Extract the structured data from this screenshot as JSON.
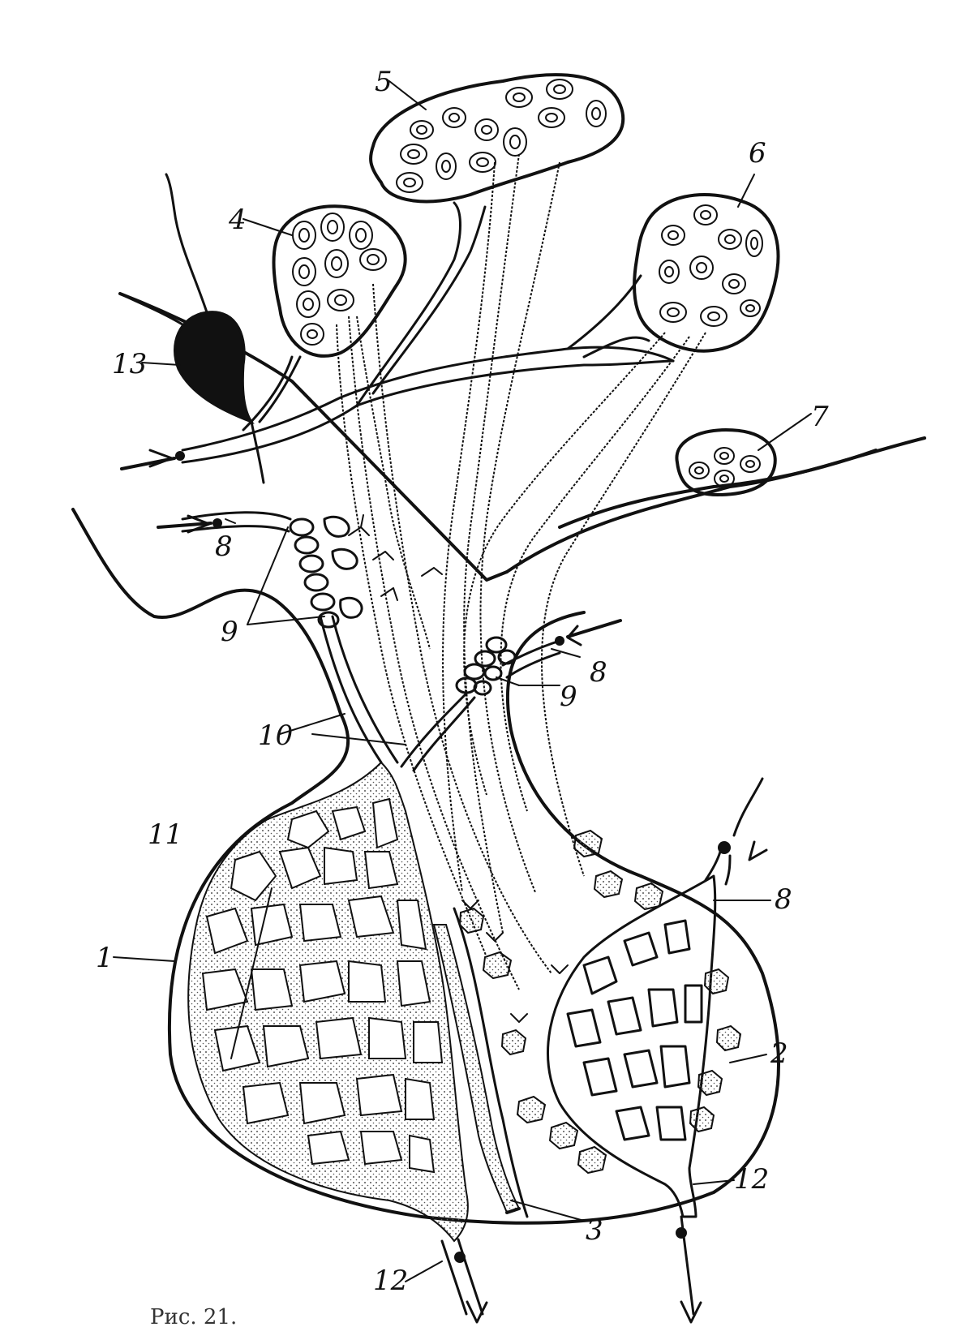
{
  "labels": {
    "l1": "1",
    "l2": "2",
    "l3": "3",
    "l4": "4",
    "l5": "5",
    "l6": "6",
    "l7": "7",
    "l8a": "8",
    "l8b": "8",
    "l8c": "8",
    "l9a": "9",
    "l9b": "9",
    "l10": "10",
    "l11": "11",
    "l12a": "12",
    "l12b": "12",
    "l13": "13"
  },
  "caption": {
    "fragment": "Рис. 21."
  },
  "colors": {
    "ink": "#111111",
    "paper": "#ffffff",
    "stipple": "#555555"
  }
}
